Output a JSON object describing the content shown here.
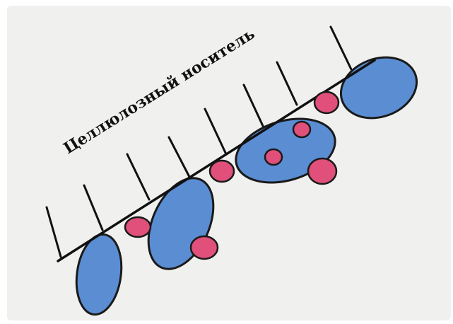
{
  "diagram": {
    "label": "Целлюлозный носитель",
    "colors": {
      "background_paper": "#f0f0ee",
      "blue_particle": "#5b8dd3",
      "pink_particle": "#e0507a",
      "outline": "#1a1a1a"
    },
    "elements": {
      "carrier_line": "cellulose-carrier",
      "fibers": "cellulose-fibers",
      "blue_particles": "protein-globules",
      "pink_particles": "bound-molecules"
    }
  }
}
